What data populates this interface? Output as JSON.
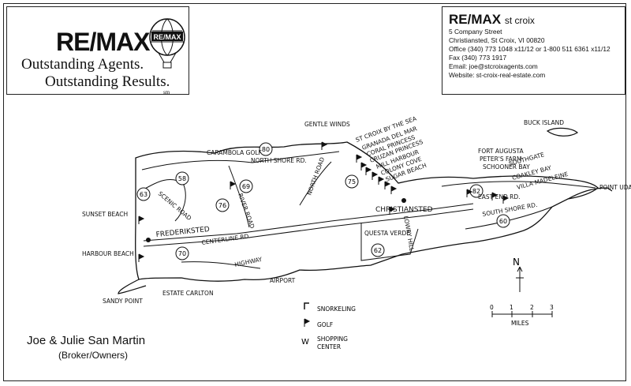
{
  "logo": {
    "brand": "RE/MAX",
    "balloon_text": "RE/MAX",
    "tagline_line1": "Outstanding Agents.",
    "tagline_line2": "Outstanding Results.",
    "mark": "sm"
  },
  "office": {
    "name": "RE/MAX",
    "location": "st croix",
    "street": "5 Company Street",
    "city": "Christiansted, St Croix, VI 00820",
    "office_phone": "Office (340) 773 1048 x11/12 or 1-800 511 6361 x11/12",
    "fax": "Fax  (340) 773 1917",
    "email": "Email: joe@stcroixagents.com",
    "website": "Website: st-croix-real-estate.com"
  },
  "owners": {
    "names": "Joe & Julie San Martin",
    "role": "(Broker/Owners)"
  },
  "map": {
    "towns": [
      "FREDERIKSTED",
      "CHRISTIANSTED"
    ],
    "roads": [
      "CENTERLINE RD.",
      "NORTH SHORE RD.",
      "SCENIC ROAD",
      "RIVER ROAD",
      "NORTH ROAD",
      "HIGHWAY",
      "EAST END RD.",
      "SOUTH SHORE RD.",
      "LOWRY HILL"
    ],
    "route_numbers": [
      "80",
      "63",
      "58",
      "76",
      "69",
      "75",
      "70",
      "62",
      "82",
      "60"
    ],
    "places": [
      "GENTLE WINDS",
      "CARAMBOLA GOLF",
      "SUNSET BEACH",
      "HARBOUR BEACH",
      "SANDY POINT",
      "ESTATE CARLTON",
      "AIRPORT",
      "QUESTA VERDE",
      "BUCK ISLAND",
      "POINT UDAL"
    ],
    "hotels": [
      "ST CROIX BY THE SEA",
      "GRANADA DEL MAR",
      "CORAL PRINCESS",
      "CRUZAN PRINCESS",
      "MILL HARBOUR",
      "COLONY COVE",
      "SUGAR BEACH",
      "FORT AUGUSTA",
      "PETER'S FARM",
      "SCHOONER BAY",
      "SOUTHGATE",
      "COAKLEY BAY",
      "VILLA MADELEINE"
    ],
    "legend": {
      "snorkeling": "SNORKELING",
      "golf": "GOLF",
      "shopping_line1": "SHOPPING",
      "shopping_line2": "CENTER"
    },
    "compass": "N",
    "scale": {
      "ticks": [
        "0",
        "1",
        "2",
        "3"
      ],
      "unit": "MILES"
    }
  }
}
